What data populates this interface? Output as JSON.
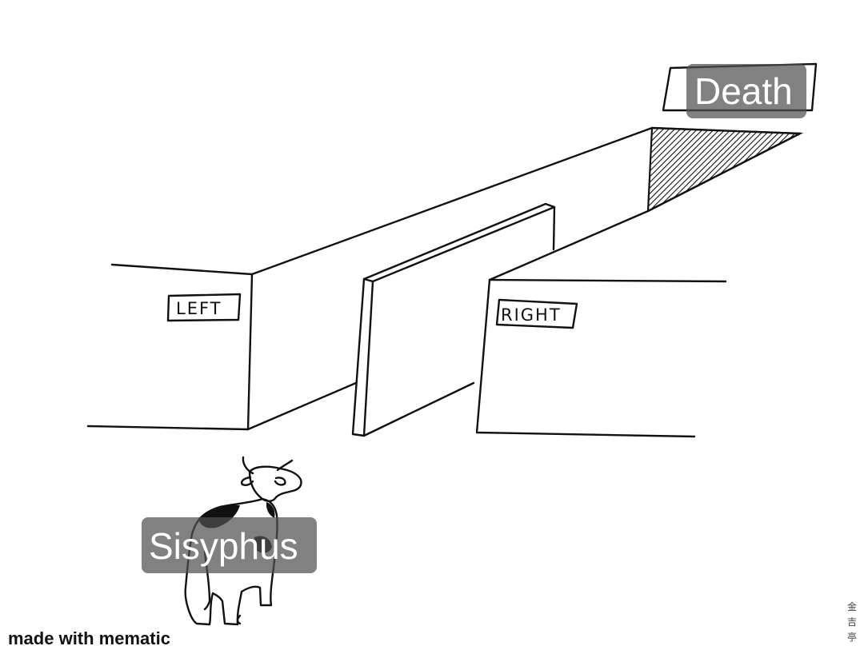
{
  "captions": {
    "death": "Death",
    "sisyphus": "Sisyphus"
  },
  "signs": {
    "left": "LEFT",
    "right": "RIGHT"
  },
  "watermark": "made with mematic",
  "signature": "金吉亭",
  "colors": {
    "background": "#ffffff",
    "ink": "#111111",
    "caption_background": "#505050",
    "caption_text": "#ffffff"
  }
}
